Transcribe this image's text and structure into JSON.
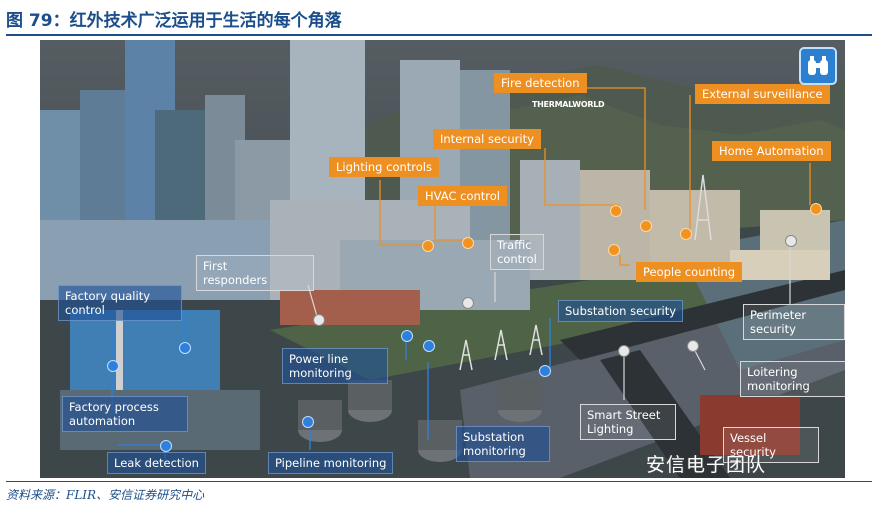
{
  "figure": {
    "title": "图 79：红外技术广泛运用于生活的每个角落",
    "source": "资料来源：FLIR、安信证券研究中心",
    "watermark": "安信电子团队",
    "sign_text": "THERMALWORLD"
  },
  "labels": {
    "fire_detection": "Fire detection",
    "external_surveillance": "External surveillance",
    "internal_security": "Internal security",
    "home_automation": "Home Automation",
    "lighting_controls": "Lighting controls",
    "hvac_control": "HVAC control",
    "traffic_control_1": "Traffic",
    "traffic_control_2": "control",
    "first_responders_1": "First",
    "first_responders_2": "responders",
    "people_counting": "People counting",
    "factory_quality_1": "Factory quality",
    "factory_quality_2": "control",
    "substation_security": "Substation security",
    "perimeter_security_1": "Perimeter",
    "perimeter_security_2": "security",
    "power_line_1": "Power line",
    "power_line_2": "monitoring",
    "loitering_1": "Loitering",
    "loitering_2": "monitoring",
    "factory_process_1": "Factory process",
    "factory_process_2": "automation",
    "smart_street_1": "Smart Street",
    "smart_street_2": "Lighting",
    "substation_monitoring_1": "Substation",
    "substation_monitoring_2": "monitoring",
    "vessel_security_1": "Vessel",
    "vessel_security_2": "security",
    "leak_detection": "Leak detection",
    "pipeline_monitoring": "Pipeline monitoring"
  },
  "colors": {
    "title_blue": "#1b4e8a",
    "label_orange": "#ee8f22",
    "marker_blue": "#2f7fdc"
  },
  "icons": {
    "badge": "binoculars-icon",
    "watermark": "wechat-icon"
  }
}
